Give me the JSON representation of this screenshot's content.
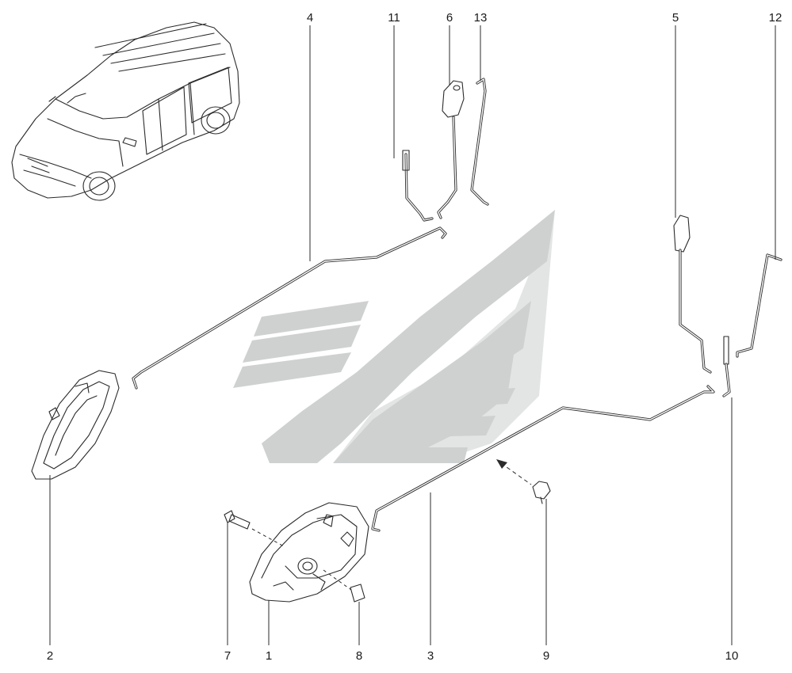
{
  "callouts": [
    {
      "id": "c1",
      "label": "1"
    },
    {
      "id": "c2",
      "label": "2"
    },
    {
      "id": "c3",
      "label": "3"
    },
    {
      "id": "c4",
      "label": "4"
    },
    {
      "id": "c5",
      "label": "5"
    },
    {
      "id": "c6",
      "label": "6"
    },
    {
      "id": "c7",
      "label": "7"
    },
    {
      "id": "c8",
      "label": "8"
    },
    {
      "id": "c9",
      "label": "9"
    },
    {
      "id": "c10",
      "label": "10"
    },
    {
      "id": "c11",
      "label": "11"
    },
    {
      "id": "c12",
      "label": "12"
    },
    {
      "id": "c13",
      "label": "13"
    }
  ],
  "colors": {
    "line": "#2b2b2b",
    "watermark": "#cfd1d1",
    "watermark_light": "#e3e5e4"
  }
}
